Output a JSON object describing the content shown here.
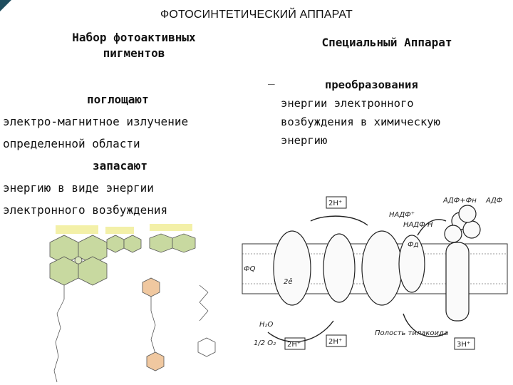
{
  "title": "ФОТОСИНТЕТИЧЕСКИЙ АППАРАТ",
  "left": {
    "heading": [
      "Набор фотоактивных",
      "пигментов"
    ],
    "lines": [
      {
        "text": "поглощают",
        "bold": true
      },
      {
        "text": "электро-магнитное излучение",
        "bold": false
      },
      {
        "text": "определенной области",
        "bold": false
      },
      {
        "text": "запасают",
        "bold": true
      },
      {
        "text": "энергию в виде энергии",
        "bold": false
      },
      {
        "text": "электронного возбуждения",
        "bold": false
      }
    ]
  },
  "right": {
    "heading": "Специальный Аппарат",
    "dash": "_",
    "lines": [
      "преобразования",
      "энергии электронного",
      "возбуждения в химическую",
      "энергию"
    ]
  },
  "figures": {
    "pigments_icon": "pigment-structures-drawing",
    "membrane_icon": "thylakoid-membrane-diagram",
    "membrane_labels": [
      "2H⁺",
      "2H⁺",
      "2H⁺",
      "3H⁺",
      "НАДФ⁺",
      "НАДФ·Н",
      "АДФ+Фн",
      "АДФ",
      "ФQ",
      "Фд",
      "H₂O",
      "1/2 O₂",
      "Полость тилакоида",
      "2ē"
    ]
  }
}
